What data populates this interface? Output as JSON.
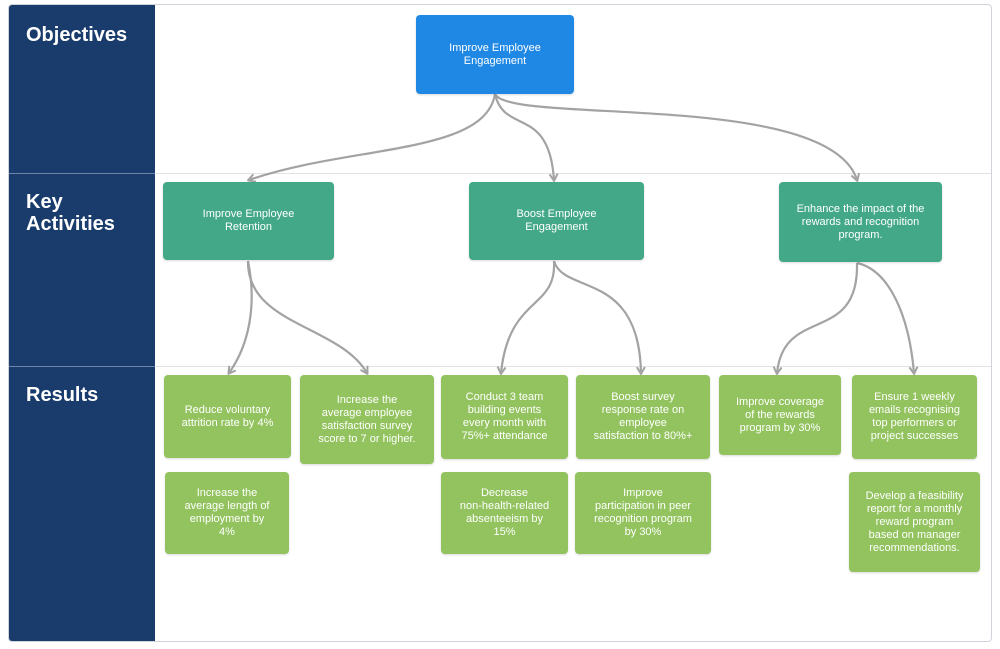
{
  "colors": {
    "lane_label_bg": "#1a3c6c",
    "objective": "#1f88e5",
    "activity": "#43a887",
    "result": "#92c35e",
    "connector": "#a3a3a3"
  },
  "lanes": {
    "objectives": "Objectives",
    "activities": "Key\nActivities",
    "results": "Results"
  },
  "objective": {
    "label": "Improve Employee\nEngagement"
  },
  "activities": [
    {
      "label": "Improve Employee\nRetention"
    },
    {
      "label": "Boost Employee\nEngagement"
    },
    {
      "label": "Enhance the impact of the\nrewards and recognition\nprogram."
    }
  ],
  "results": [
    {
      "label": "Reduce voluntary\nattrition rate by 4%"
    },
    {
      "label": "Increase the\naverage employee\nsatisfaction survey\nscore to 7 or higher."
    },
    {
      "label": "Conduct 3 team\nbuilding events\nevery month with\n75%+ attendance"
    },
    {
      "label": "Boost survey\nresponse rate on\nemployee\nsatisfaction to 80%+"
    },
    {
      "label": "Improve coverage\nof the rewards\nprogram by 30%"
    },
    {
      "label": "Ensure 1 weekly\nemails recognising\ntop performers or\nproject successes"
    },
    {
      "label": "Increase the\naverage length of\nemployment by\n4%"
    },
    {
      "label": "Decrease\nnon-health-related\nabsenteeism by\n15%"
    },
    {
      "label": "Improve\nparticipation in peer\nrecognition program\nby 30%"
    },
    {
      "label": "Develop a feasibility\nreport for a monthly\nreward program\nbased on manager\nrecommendations."
    }
  ]
}
